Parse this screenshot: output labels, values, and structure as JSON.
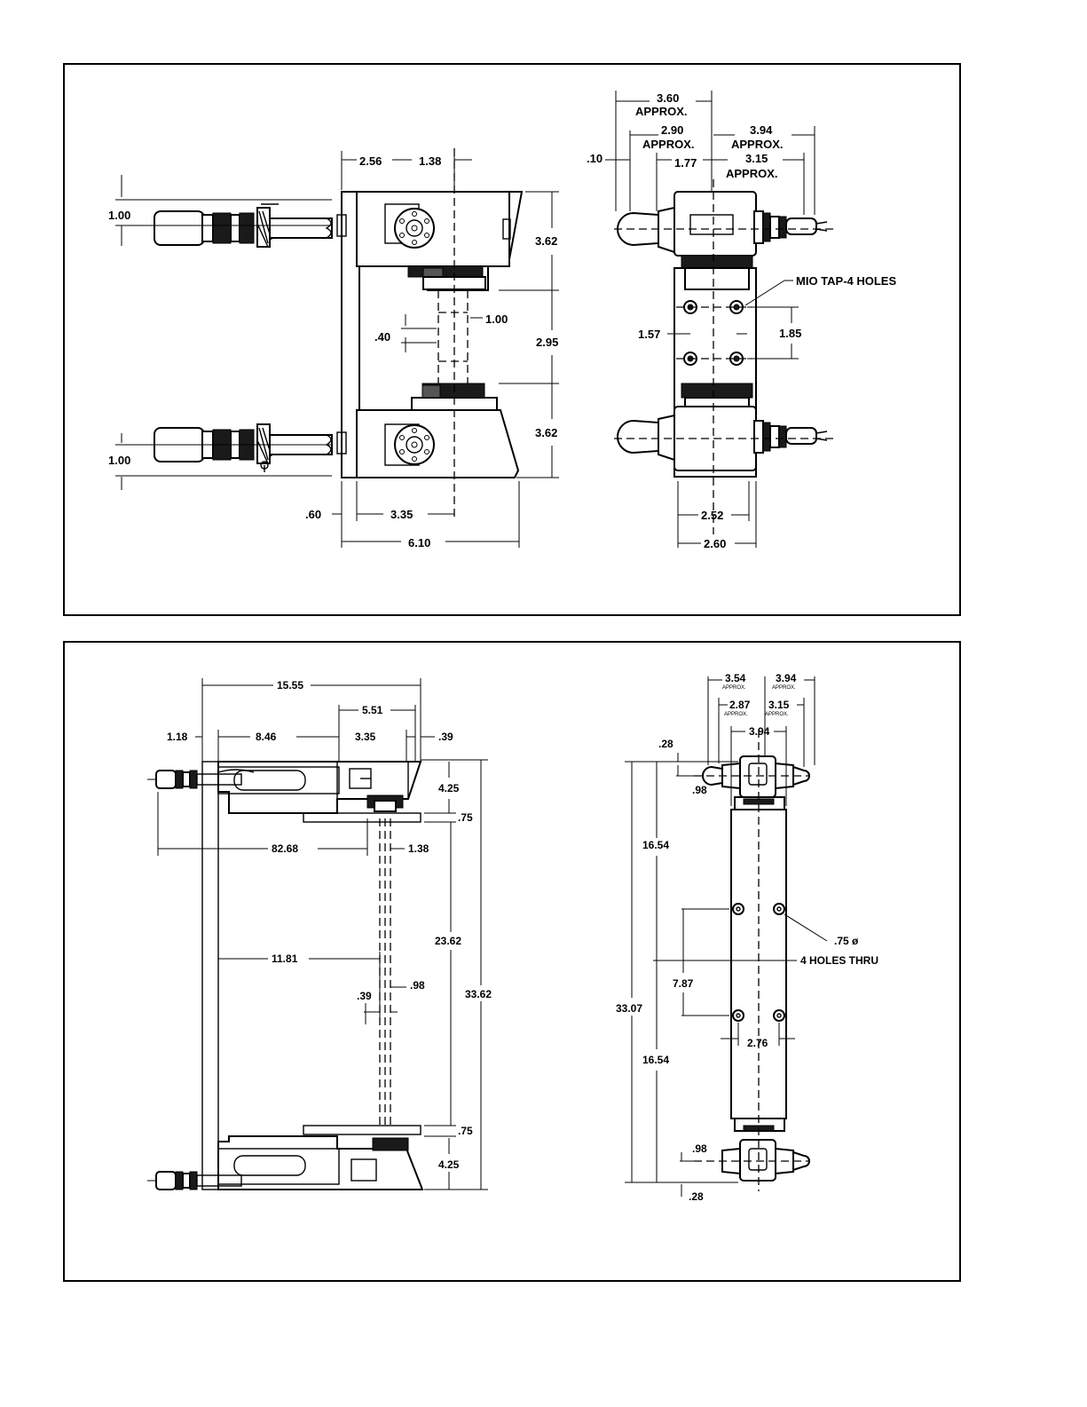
{
  "top": {
    "side_view": {
      "dims": {
        "d256": "2.56",
        "d138": "1.38",
        "d100a": "1.00",
        "d362a": "3.62",
        "d100b": "1.00",
        "d040": ".40",
        "d295": "2.95",
        "d362b": "3.62",
        "d100c": "1.00",
        "d060": ".60",
        "d335": "3.35",
        "d610": "6.10"
      }
    },
    "end_view": {
      "dims": {
        "d360": "3.60",
        "approx": "APPROX.",
        "d290": "2.90",
        "d394": "3.94",
        "d010": ".10",
        "d177": "1.77",
        "d315": "3.15",
        "d157": "1.57",
        "d185": "1.85",
        "d252": "2.52",
        "d260": "2.60"
      },
      "callout_tap": "MIO TAP-4 HOLES"
    }
  },
  "bottom": {
    "side_view": {
      "dims": {
        "d1555": "15.55",
        "d551": "5.51",
        "d118": "1.18",
        "d846": "8.46",
        "d335": "3.35",
        "d039a": ".39",
        "d425a": "4.25",
        "d075a": ".75",
        "d8268": "82.68",
        "d138": "1.38",
        "d2362": "23.62",
        "d3362": "33.62",
        "d1181": "11.81",
        "d039b": ".39",
        "d098": ".98",
        "d075b": ".75",
        "d425b": "4.25"
      }
    },
    "end_view": {
      "dims": {
        "d354": "3.54",
        "d394a": "3.94",
        "approx": "APPROX.",
        "d287": "2.87",
        "d315": "3.15",
        "d028a": ".28",
        "d394b": "3.94",
        "d098a": ".98",
        "d1654a": "16.54",
        "d3307": "33.07",
        "d787": "7.87",
        "d276": "2.76",
        "d1654b": "16.54",
        "d098b": ".98",
        "d028b": ".28"
      },
      "callout_hole_dia": ".75 ø",
      "callout_holes": "4 HOLES THRU"
    }
  }
}
